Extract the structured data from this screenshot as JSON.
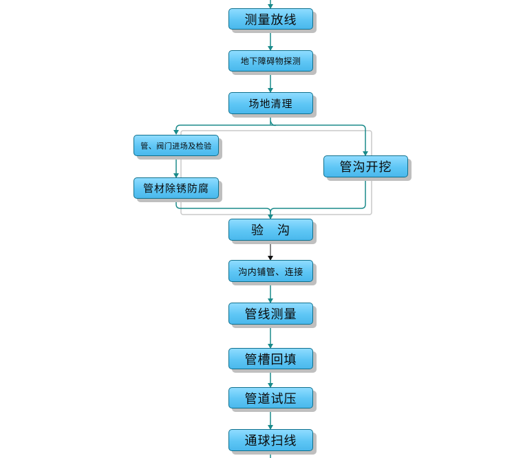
{
  "diagram": {
    "steps": {
      "survey": "测量放线",
      "detect": "地下障碍物探测",
      "clear": "场地清理",
      "inspect": "管、阀门进场及检验",
      "rust": "管材除锈防腐",
      "trench": "管沟开挖",
      "check": "验　沟",
      "laying": "沟内铺管、连接",
      "linemeasure": "管线测量",
      "backfill": "管槽回填",
      "pressure": "管道试压",
      "sweep": "通球扫线"
    },
    "colors": {
      "box_fill": "#5ec6f5",
      "box_border": "#0d6f8c",
      "arrow": "#1a8a8a",
      "frame": "#c8c8c8"
    }
  }
}
